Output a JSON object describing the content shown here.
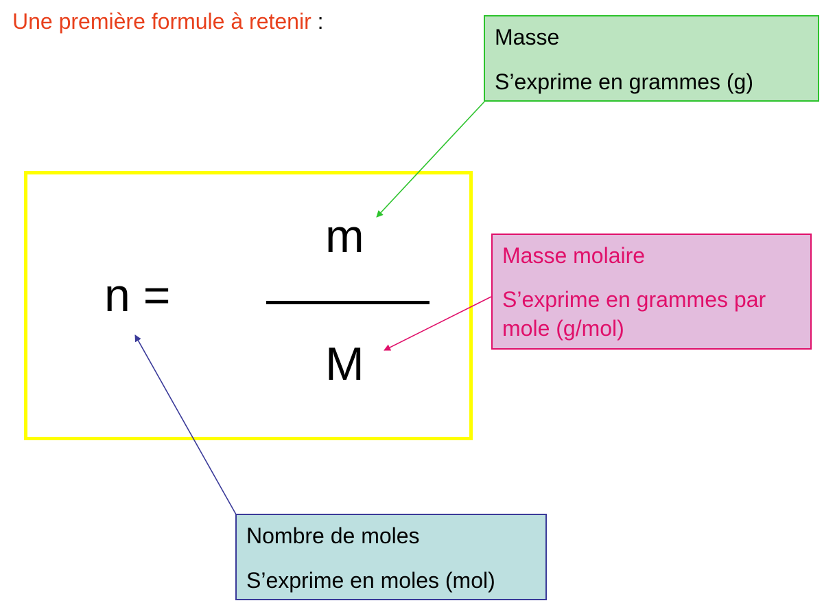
{
  "title": {
    "text": "Une première formule à retenir",
    "suffix": " :",
    "color": "#e8401c"
  },
  "formula": {
    "lhs": "n =",
    "numerator": "m",
    "denominator": "M",
    "box_color": "#ffff00"
  },
  "notes": {
    "masse": {
      "title": "Masse",
      "unit_text": "S’exprime en grammes (g)",
      "background": "#bce4c0",
      "border": "#2dc32d"
    },
    "masse_molaire": {
      "title": "Masse molaire",
      "unit_text": "S’exprime en grammes par mole (g/mol)",
      "background": "#e3bcdd",
      "border": "#e0106a",
      "text_color": "#e0106a"
    },
    "nombre_moles": {
      "title": "Nombre de moles",
      "unit_text": "S’exprime en moles (mol)",
      "background": "#bde0e0",
      "border": "#3a3a99"
    }
  }
}
